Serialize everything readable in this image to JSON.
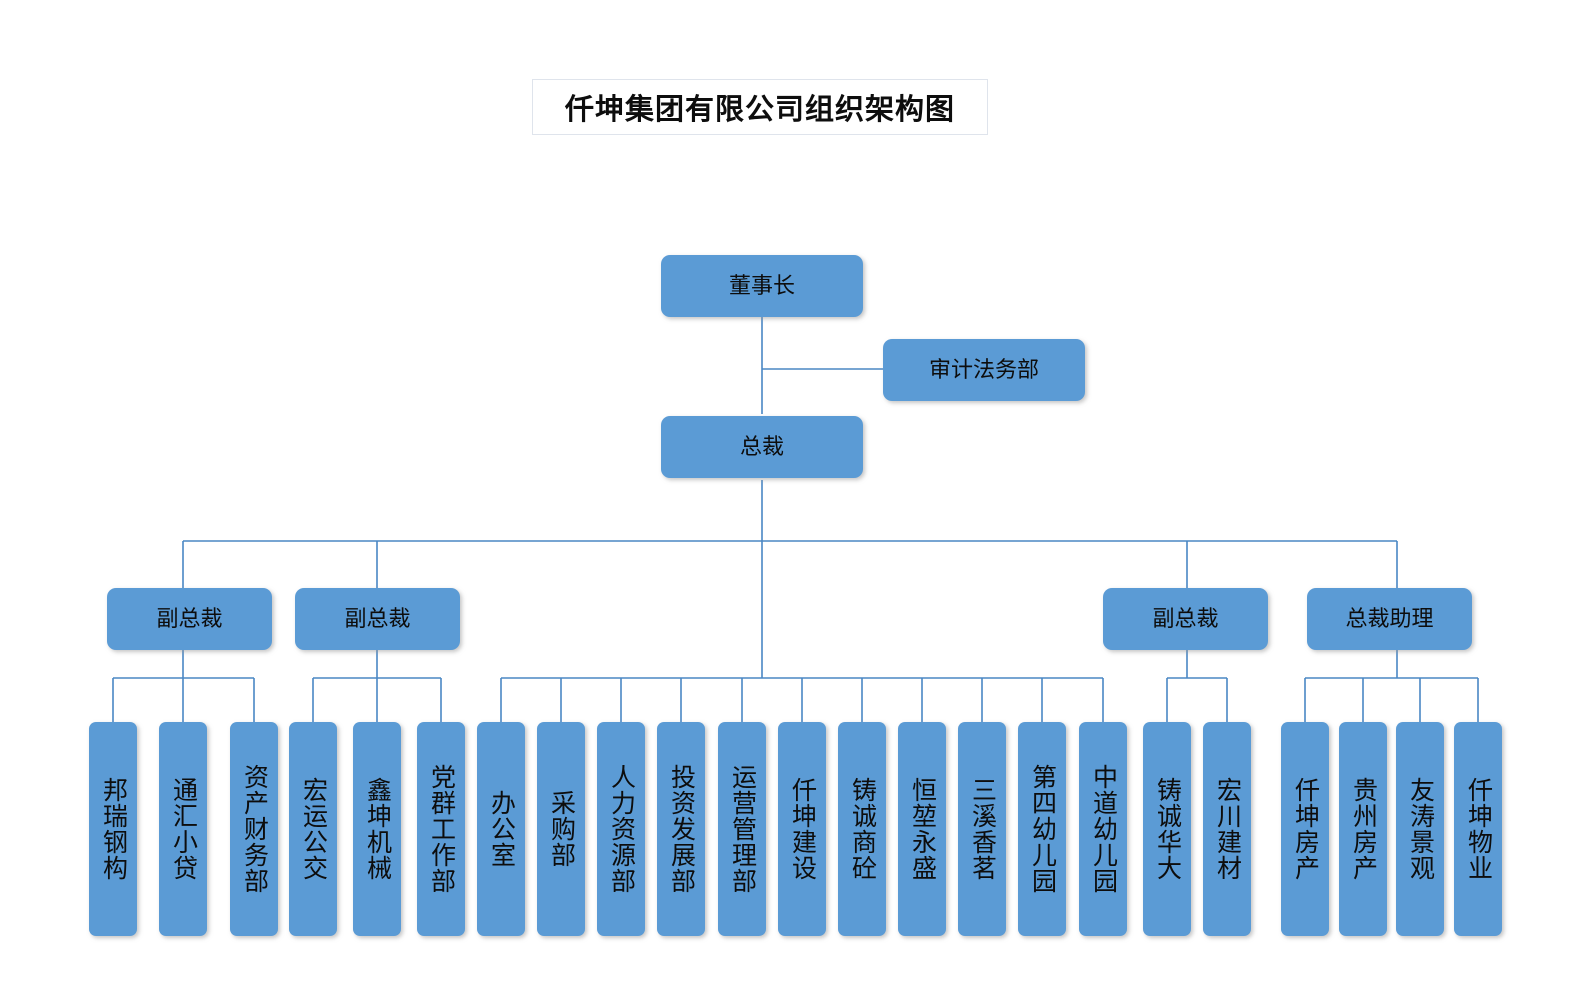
{
  "document": {
    "title": "仟坤集团有限公司组织架构图"
  },
  "palette": {
    "node_fill": "#5B9BD5",
    "connector": "#4A87C4",
    "title_border": "#DFE4EC",
    "text": "#0D0D0D",
    "page_background": "#FFFFFF"
  },
  "chart": {
    "type": "org-chart",
    "orientation": "top-down",
    "root": {
      "id": "chairman",
      "label": "董事长"
    },
    "staff": {
      "id": "audit-legal",
      "label": "审计法务部",
      "attached_to": "chairman",
      "side": "right"
    },
    "president": {
      "id": "president",
      "label": "总裁",
      "reports_to": "chairman"
    },
    "groups": [
      {
        "id": "vp-1",
        "label": "副总裁",
        "reports_to": "president",
        "children": [
          {
            "id": "bangrui-steel",
            "label": "邦瑞钢构"
          },
          {
            "id": "tonghui-microloan",
            "label": "通汇小贷"
          },
          {
            "id": "asset-finance-dept",
            "label": "资产财务部"
          }
        ]
      },
      {
        "id": "vp-2",
        "label": "副总裁",
        "reports_to": "president",
        "children": [
          {
            "id": "hongyun-bus",
            "label": "宏运公交"
          },
          {
            "id": "xinkun-machinery",
            "label": "鑫坤机械"
          },
          {
            "id": "party-work-dept",
            "label": "党群工作部"
          }
        ]
      },
      {
        "id": "president-direct",
        "label": "",
        "reports_to": "president",
        "direct": true,
        "children": [
          {
            "id": "office",
            "label": "办公室"
          },
          {
            "id": "procurement-dept",
            "label": "采购部"
          },
          {
            "id": "hr-dept",
            "label": "人力资源部"
          },
          {
            "id": "investment-dev-dept",
            "label": "投资发展部"
          },
          {
            "id": "operations-mgmt-dept",
            "label": "运营管理部"
          },
          {
            "id": "qiankun-construction",
            "label": "仟坤建设"
          },
          {
            "id": "zhucheng-concrete",
            "label": "铸诚商砼"
          },
          {
            "id": "hengkun-yongsheng",
            "label": "恒堃永盛"
          },
          {
            "id": "sanxi-xiangming",
            "label": "三溪香茗"
          },
          {
            "id": "fourth-kindergarten",
            "label": "第四幼儿园"
          },
          {
            "id": "zhongdao-kindergarten",
            "label": "中道幼儿园"
          }
        ]
      },
      {
        "id": "vp-3",
        "label": "副总裁",
        "reports_to": "president",
        "children": [
          {
            "id": "zhucheng-huada",
            "label": "铸诚华大"
          },
          {
            "id": "hongchuan-materials",
            "label": "宏川建材"
          }
        ]
      },
      {
        "id": "president-assistant",
        "label": "总裁助理",
        "reports_to": "president",
        "children": [
          {
            "id": "qiankun-realestate",
            "label": "仟坤房产"
          },
          {
            "id": "guizhou-realestate",
            "label": "贵州房产"
          },
          {
            "id": "youtao-landscape",
            "label": "友涛景观"
          },
          {
            "id": "qiankun-property",
            "label": "仟坤物业"
          }
        ]
      }
    ]
  }
}
